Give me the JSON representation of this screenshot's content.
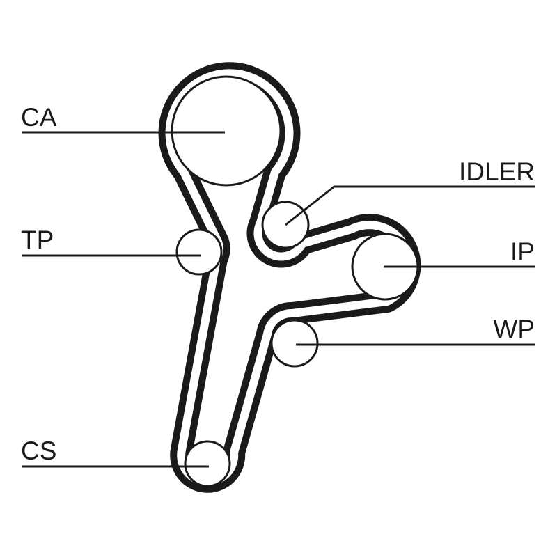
{
  "labels": {
    "ca": "CA",
    "idler": "IDLER",
    "tp": "TP",
    "ip": "IP",
    "wp": "WP",
    "cs": "CS"
  },
  "colors": {
    "line": "#1a1a1a",
    "background": "#ffffff"
  }
}
